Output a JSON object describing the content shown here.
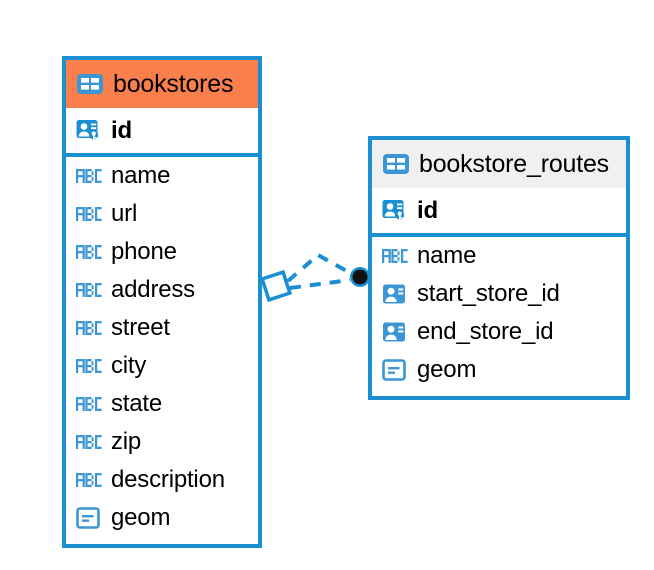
{
  "diagram": {
    "type": "entity-relationship-diagram",
    "colors": {
      "accent_blue": "#1B8FD1",
      "header_orange": "#F9804C",
      "header_gray": "#F0F0F0",
      "text": "#000000",
      "connector": "#1B8FD1",
      "endpoint_dot": "#111111"
    },
    "entities": [
      {
        "id": "bookstores",
        "name": "bookstores",
        "header_style": "selected-orange",
        "icon": "table-icon",
        "primary_key": {
          "name": "id",
          "icon": "primary-key-icon"
        },
        "fields": [
          {
            "name": "name",
            "icon": "text-abc-icon"
          },
          {
            "name": "url",
            "icon": "text-abc-icon"
          },
          {
            "name": "phone",
            "icon": "text-abc-icon"
          },
          {
            "name": "address",
            "icon": "text-abc-icon"
          },
          {
            "name": "street",
            "icon": "text-abc-icon"
          },
          {
            "name": "city",
            "icon": "text-abc-icon"
          },
          {
            "name": "state",
            "icon": "text-abc-icon"
          },
          {
            "name": "zip",
            "icon": "text-abc-icon"
          },
          {
            "name": "description",
            "icon": "text-abc-icon"
          },
          {
            "name": "geom",
            "icon": "geometry-icon"
          }
        ]
      },
      {
        "id": "bookstore_routes",
        "name": "bookstore_routes",
        "header_style": "plain-gray",
        "icon": "table-icon",
        "primary_key": {
          "name": "id",
          "icon": "primary-key-icon"
        },
        "fields": [
          {
            "name": "name",
            "icon": "text-abc-icon"
          },
          {
            "name": "start_store_id",
            "icon": "foreign-key-icon"
          },
          {
            "name": "end_store_id",
            "icon": "foreign-key-icon"
          },
          {
            "name": "geom",
            "icon": "geometry-icon"
          }
        ]
      }
    ],
    "relationship": {
      "from": "bookstores",
      "to": "bookstore_routes",
      "line_style": "dashed",
      "source_marker": "diamond-outline",
      "target_marker": "filled-circle"
    }
  }
}
